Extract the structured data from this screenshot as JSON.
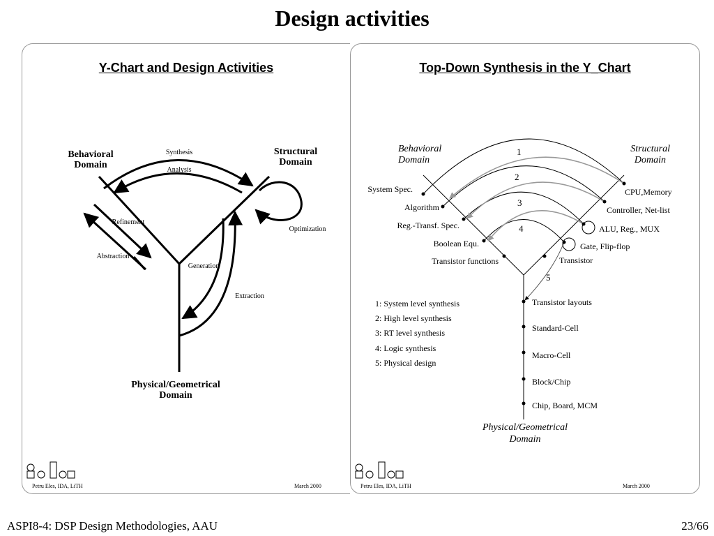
{
  "slide": {
    "title": "Design activities",
    "footer_left": "ASPI8-4: DSP Design Methodologies, AAU",
    "page_number": "23/66"
  },
  "left_panel": {
    "heading": "Y-Chart and Design Activities",
    "behavioral_1": "Behavioral",
    "behavioral_2": "Domain",
    "structural_1": "Structural",
    "structural_2": "Domain",
    "physical_1": "Physical/Geometrical",
    "physical_2": "Domain",
    "synthesis": "Synthesis",
    "analysis": "Analysis",
    "refinement": "Refinement",
    "abstraction": "Abstraction",
    "optimization": "Optimization",
    "generation": "Generation",
    "extraction": "Extraction",
    "author": "Petru Eles, IDA, LiTH",
    "date": "March 2000"
  },
  "right_panel": {
    "heading": "Top-Down Synthesis in the Y_Chart",
    "behavioral_1": "Behavioral",
    "behavioral_2": "Domain",
    "structural_1": "Structural",
    "structural_2": "Domain",
    "physical_1": "Physical/Geometrical",
    "physical_2": "Domain",
    "behavioral_levels": [
      "System Spec.",
      "Algorithm",
      "Reg.-Transf. Spec.",
      "Boolean Equ.",
      "Transistor functions"
    ],
    "structural_levels": [
      "CPU,Memory",
      "Controller, Net-list",
      "ALU, Reg., MUX",
      "Gate, Flip-flop",
      "Transistor"
    ],
    "physical_levels": [
      "Transistor layouts",
      "Standard-Cell",
      "Macro-Cell",
      "Block/Chip",
      "Chip, Board, MCM"
    ],
    "arc_numbers": [
      "1",
      "2",
      "3",
      "4",
      "5"
    ],
    "legend": [
      "1: System level synthesis",
      "2: High level synthesis",
      "3: RT level synthesis",
      "4: Logic synthesis",
      "5: Physical design"
    ],
    "author": "Petru Eles, IDA, LiTH",
    "date": "March 2000"
  }
}
